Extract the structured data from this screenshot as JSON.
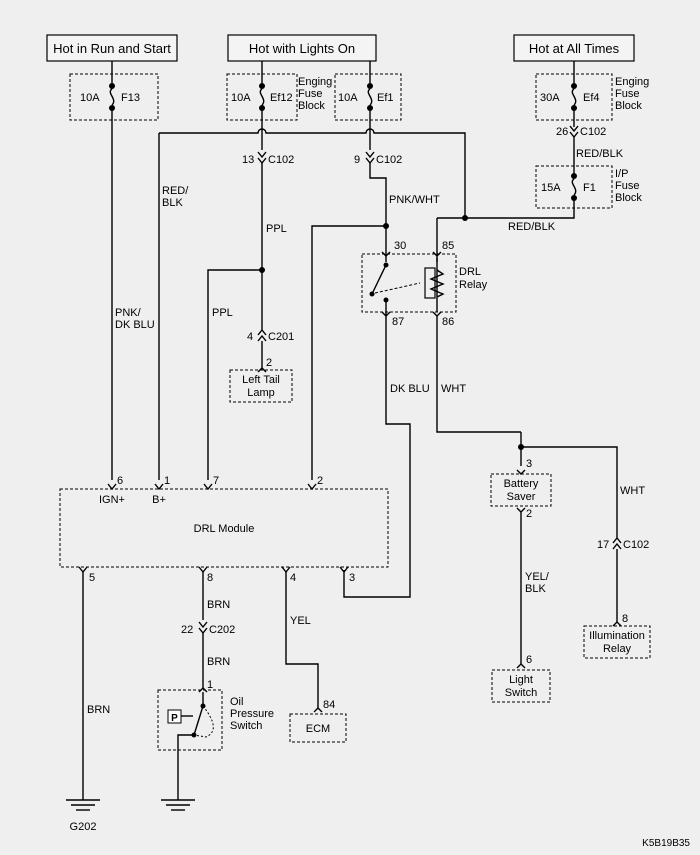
{
  "power_headers": {
    "run_start": "Hot in Run and Start",
    "lights_on": "Hot with Lights On",
    "all_times": "Hot at All Times"
  },
  "fuses": {
    "f13": {
      "amps": "10A",
      "id": "F13"
    },
    "ef12": {
      "amps": "10A",
      "id": "Ef12"
    },
    "ef1": {
      "amps": "10A",
      "id": "Ef1"
    },
    "ef4": {
      "amps": "30A",
      "id": "Ef4"
    },
    "f1": {
      "amps": "15A",
      "id": "F1"
    },
    "engine_block_label_1": [
      "Enging",
      "Fuse",
      "Block"
    ],
    "engine_block_label_2": [
      "Enging",
      "Fuse",
      "Block"
    ],
    "ip_block_label": [
      "I/P",
      "Fuse",
      "Block"
    ]
  },
  "connectors": {
    "c102_13": {
      "pin": "13",
      "name": "C102"
    },
    "c102_9": {
      "pin": "9",
      "name": "C102"
    },
    "c102_26": {
      "pin": "26",
      "name": "C102"
    },
    "c201_4": {
      "pin": "4",
      "name": "C201"
    },
    "c202_22": {
      "pin": "22",
      "name": "C202"
    },
    "c102_17": {
      "pin": "17",
      "name": "C102"
    }
  },
  "wire_colors": {
    "red_blk_left": [
      "RED/",
      "BLK"
    ],
    "ppl_upper": "PPL",
    "ppl_lower": "PPL",
    "pnk_wht": "PNK/WHT",
    "red_blk_ip": "RED/BLK",
    "red_blk_relay": "RED/BLK",
    "pnk_dkblu": [
      "PNK/",
      "DK BLU"
    ],
    "dk_blu": "DK BLU",
    "wht_relay": "WHT",
    "wht_right": "WHT",
    "brn_upper": "BRN",
    "brn_lower": "BRN",
    "brn_ground": "BRN",
    "yel": "YEL",
    "yel_blk": [
      "YEL/",
      "BLK"
    ]
  },
  "relay": {
    "name": [
      "DRL",
      "Relay"
    ],
    "pins": {
      "p30": "30",
      "p85": "85",
      "p87": "87",
      "p86": "86"
    }
  },
  "module": {
    "name": "DRL Module",
    "top_pins": {
      "ign": "6",
      "ign_label": "IGN+",
      "b": "1",
      "b_label": "B+",
      "p7": "7",
      "p2": "2"
    },
    "bottom_pins": {
      "p5": "5",
      "p8": "8",
      "p4": "4",
      "p3": "3"
    }
  },
  "components": {
    "left_tail_lamp": {
      "pin": "2",
      "name": [
        "Left Tail",
        "Lamp"
      ]
    },
    "battery_saver": {
      "pin_top": "3",
      "pin_bottom": "2",
      "name": [
        "Battery",
        "Saver"
      ]
    },
    "illumination_relay": {
      "pin": "8",
      "name": [
        "Illumination",
        "Relay"
      ]
    },
    "light_switch": {
      "pin": "6",
      "name": [
        "Light",
        "Switch"
      ]
    },
    "ecm": {
      "pin": "84",
      "name": "ECM"
    },
    "oil_pressure_switch": {
      "pin": "1",
      "name": [
        "Oil",
        "Pressure",
        "Switch"
      ],
      "symbol": "P"
    }
  },
  "ground": {
    "name": "G202"
  },
  "figure_code": "K5B19B35"
}
